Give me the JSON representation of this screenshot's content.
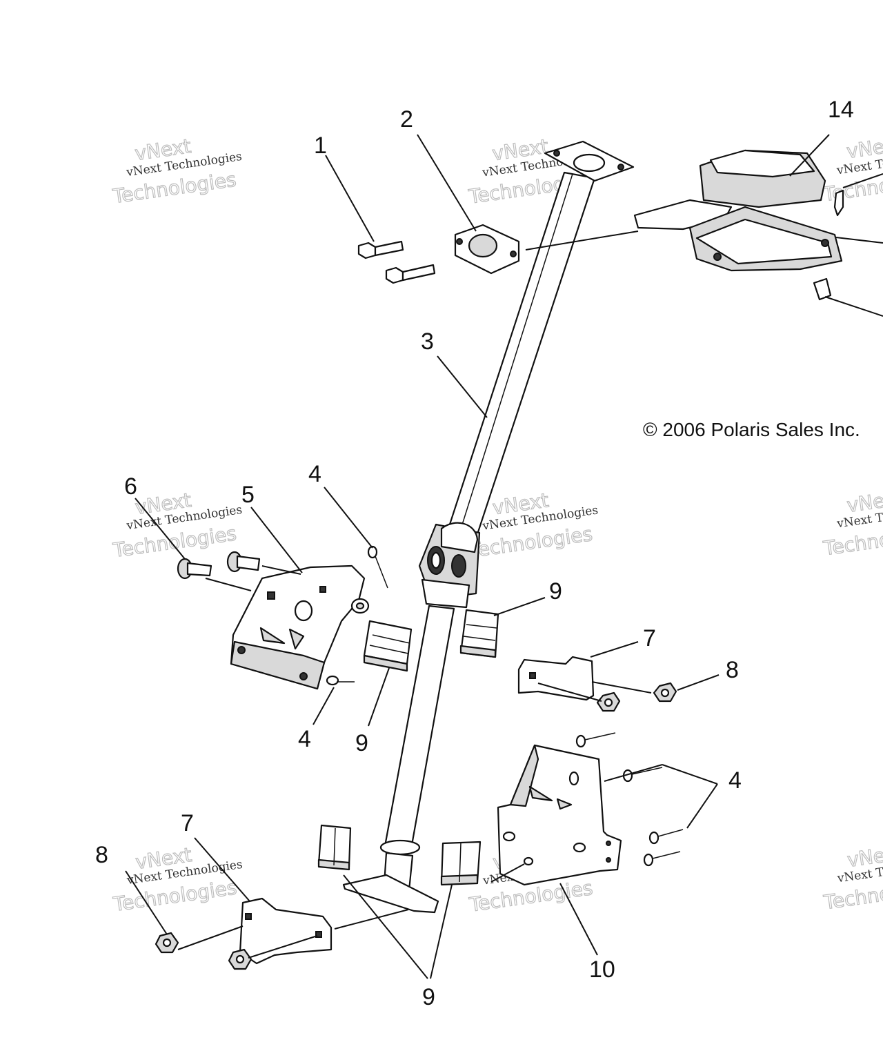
{
  "copyright": "© 2006 Polaris Sales Inc.",
  "watermark": {
    "line1": "vNext Technologies",
    "line2": "vNext",
    "line3": "Technologies"
  },
  "callouts": {
    "c1": "1",
    "c2": "2",
    "c3": "3",
    "c4a": "4",
    "c4b": "4",
    "c4c": "4",
    "c5": "5",
    "c6": "6",
    "c7a": "7",
    "c7b": "7",
    "c8a": "8",
    "c8b": "8",
    "c9a": "9",
    "c9b": "9",
    "c9c": "9",
    "c10": "10",
    "c14": "14"
  }
}
